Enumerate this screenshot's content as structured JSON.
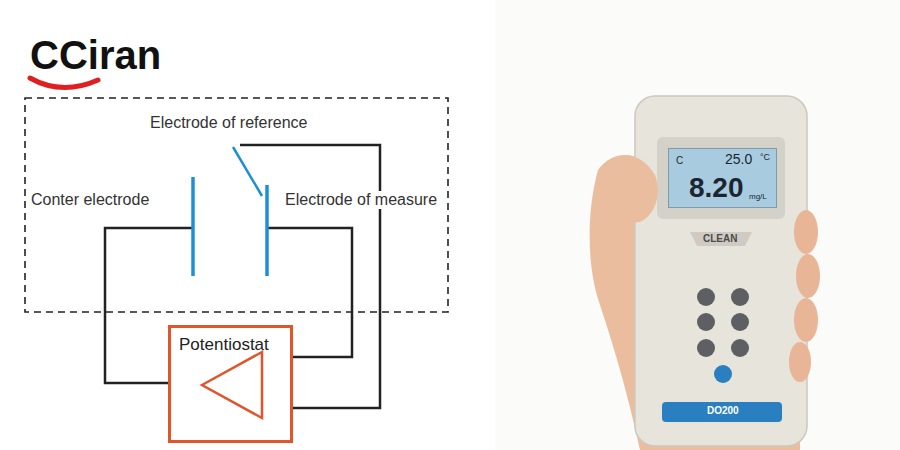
{
  "diagram": {
    "nodes": [
      {
        "text": [
          "Potentiostat"
        ]
      },
      {
        "text": [
          "C",
          "25.0",
          "°C",
          "8.20",
          "mg/L"
        ]
      }
    ],
    "labels": [
      "CCiran",
      "Electrode of reference",
      "Conter electrode",
      "Electrode of measure",
      "CLEAN",
      "DO200"
    ]
  }
}
